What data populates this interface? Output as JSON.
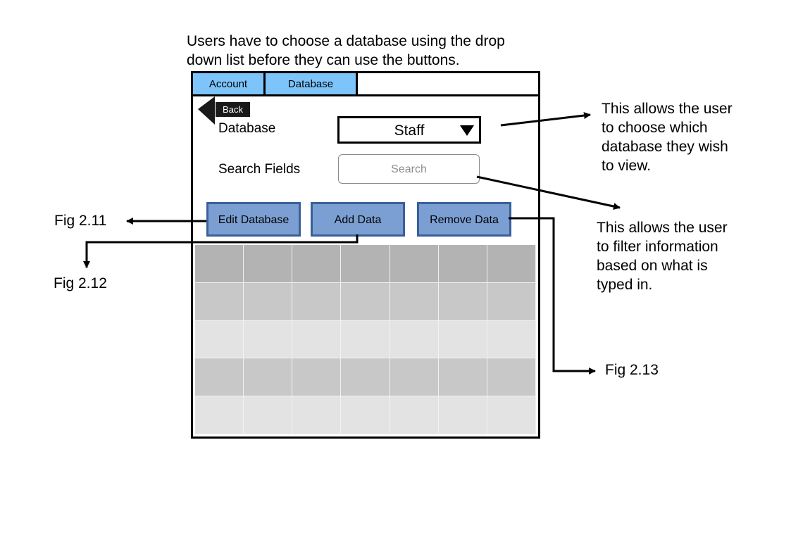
{
  "annotations": {
    "top_note_line1": "Users have to choose a database using the drop",
    "top_note_line2": "down list before they can use the buttons.",
    "dropdown_note": [
      "This allows the user",
      "to choose which",
      "database they wish",
      "to view."
    ],
    "search_note": [
      "This allows the user",
      "to filter information",
      "based on what is",
      "typed in."
    ],
    "fig_edit": "Fig 2.11",
    "fig_add": "Fig 2.12",
    "fig_remove": "Fig 2.13"
  },
  "tabs": [
    {
      "label": "Account"
    },
    {
      "label": "Database"
    }
  ],
  "back_label": "Back",
  "form": {
    "database_label": "Database",
    "database_value": "Staff",
    "search_label": "Search Fields",
    "search_placeholder": "Search"
  },
  "buttons": {
    "edit": "Edit Database",
    "add": "Add Data",
    "remove": "Remove Data"
  },
  "table": {
    "columns": 7,
    "row_colors": [
      "#b3b3b3",
      "#c8c8c8",
      "#e3e3e3",
      "#c8c8c8",
      "#e3e3e3"
    ]
  },
  "colors": {
    "tab_fill": "#7dc4fb",
    "button_fill": "#7c9fd3",
    "button_border": "#3a5f99"
  }
}
